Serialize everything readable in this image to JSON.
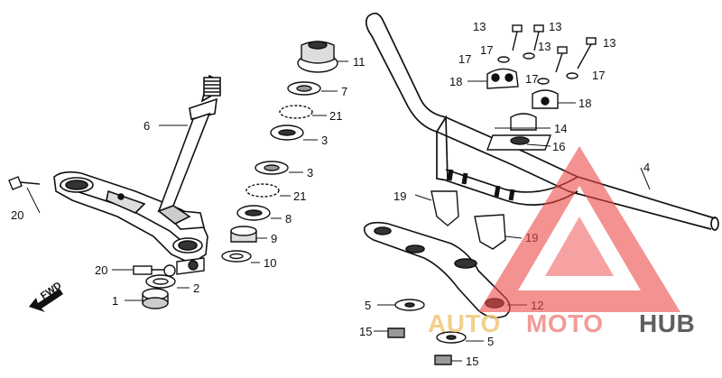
{
  "direction_label": "FWD",
  "part_numbers": [
    "1",
    "2",
    "3",
    "3",
    "4",
    "5",
    "5",
    "6",
    "7",
    "8",
    "9",
    "10",
    "11",
    "12",
    "13",
    "13",
    "13",
    "13",
    "14",
    "15",
    "15",
    "16",
    "17",
    "17",
    "17",
    "17",
    "18",
    "18",
    "19",
    "19",
    "20",
    "20",
    "21",
    "21"
  ],
  "watermark": {
    "part1": "AUTO",
    "part2": "MOTO",
    "part3": "HUB",
    "colors": {
      "auto": "#f2c777",
      "moto": "#f08a86",
      "hub": "#444444",
      "triangle": "#ee4a4a"
    }
  }
}
